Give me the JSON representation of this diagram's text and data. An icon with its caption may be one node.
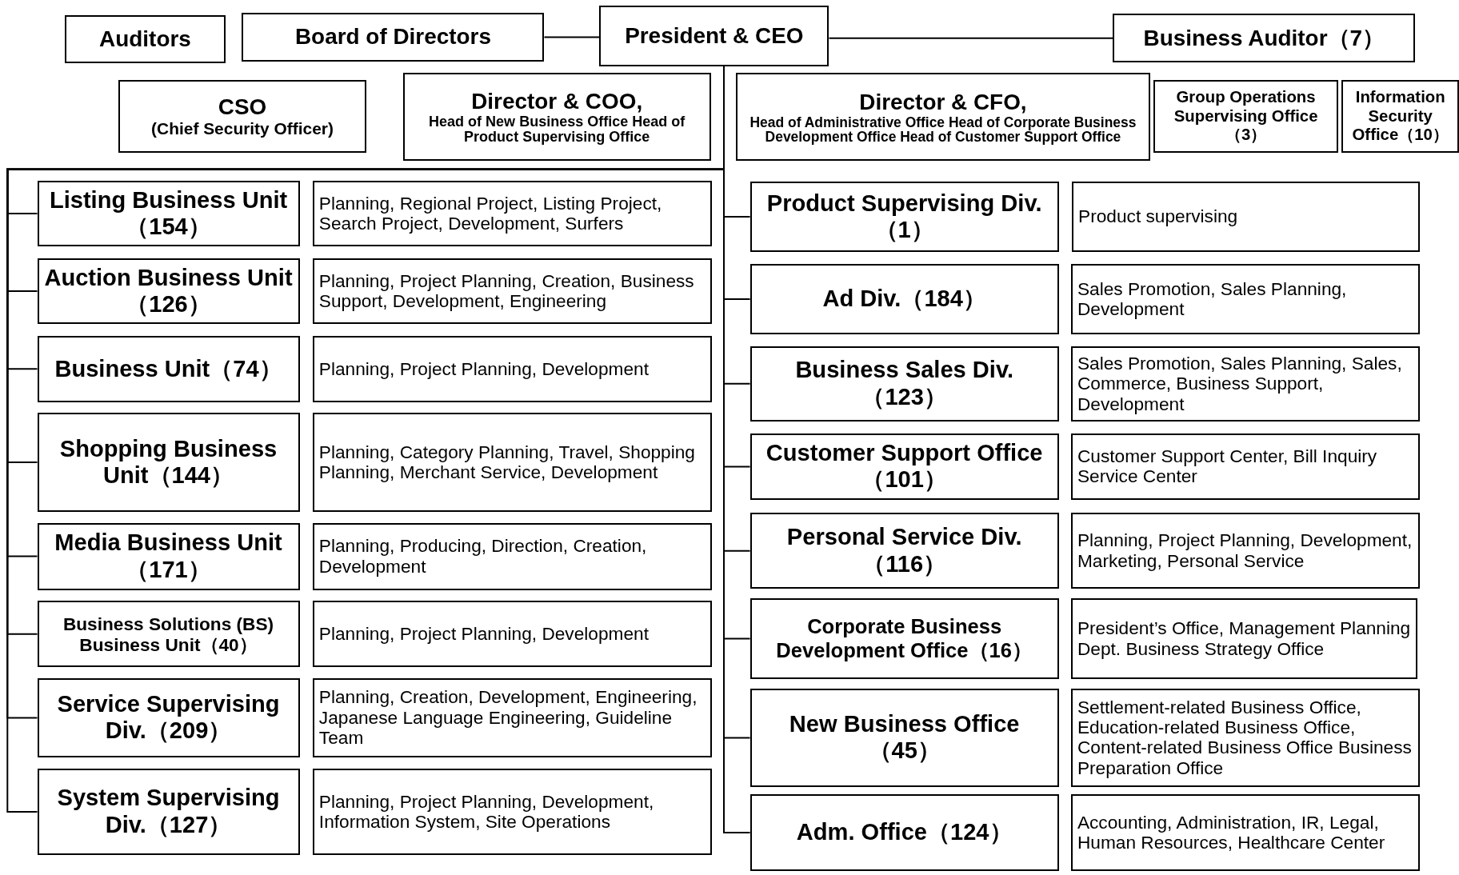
{
  "diagram": {
    "nodes": [
      {
        "text": [
          "Auditors"
        ]
      },
      {
        "text": [
          "Board of Directors"
        ]
      },
      {
        "text": [
          "President & CEO"
        ]
      },
      {
        "text": [
          "Business Auditor（7）"
        ]
      },
      {
        "text": [
          "CSO",
          "(Chief Security Officer)"
        ]
      },
      {
        "text": [
          "Director & COO,",
          "Head of New Business Office Head of Product Supervising Office"
        ]
      },
      {
        "text": [
          "Director & CFO,",
          "Head of Administrative Office Head of Corporate Business Development Office Head of Customer Support Office"
        ]
      },
      {
        "text": [
          "Group Operations Supervising Office（3）"
        ]
      },
      {
        "text": [
          "Information Security Office（10）"
        ]
      },
      {
        "text": [
          "Listing Business Unit（154）"
        ]
      },
      {
        "text": [
          "Planning, Regional Project, Listing Project, Search Project, Development, Surfers"
        ]
      },
      {
        "text": [
          "Auction Business Unit（126）"
        ]
      },
      {
        "text": [
          "Planning, Project Planning, Creation, Business Support, Development, Engineering"
        ]
      },
      {
        "text": [
          "Business Unit（74）"
        ]
      },
      {
        "text": [
          "Planning, Project Planning, Development"
        ]
      },
      {
        "text": [
          "Shopping Business Unit（144）"
        ]
      },
      {
        "text": [
          "Planning, Category Planning, Travel, Shopping Planning, Merchant Service, Development"
        ]
      },
      {
        "text": [
          "Media Business Unit（171）"
        ]
      },
      {
        "text": [
          "Planning, Producing, Direction, Creation, Development"
        ]
      },
      {
        "text": [
          "Business Solutions (BS) Business Unit（40）"
        ]
      },
      {
        "text": [
          "Planning, Project Planning, Development"
        ]
      },
      {
        "text": [
          "Service Supervising Div.（209）"
        ]
      },
      {
        "text": [
          "Planning, Creation, Development, Engineering, Japanese Language Engineering, Guideline Team"
        ]
      },
      {
        "text": [
          "System Supervising Div.（127）"
        ]
      },
      {
        "text": [
          "Planning, Project Planning, Development, Information System, Site Operations"
        ]
      },
      {
        "text": [
          "Product Supervising Div.（1）"
        ]
      },
      {
        "text": [
          "Product supervising"
        ]
      },
      {
        "text": [
          "Ad Div.（184）"
        ]
      },
      {
        "text": [
          "Sales Promotion, Sales Planning, Development"
        ]
      },
      {
        "text": [
          "Business Sales Div.（123）"
        ]
      },
      {
        "text": [
          "Sales Promotion, Sales Planning, Sales, Commerce, Business Support, Development"
        ]
      },
      {
        "text": [
          "Customer Support Office（101）"
        ]
      },
      {
        "text": [
          "Customer Support Center, Bill Inquiry Service Center"
        ]
      },
      {
        "text": [
          "Personal Service Div.（116）"
        ]
      },
      {
        "text": [
          "Planning, Project Planning, Development, Marketing, Personal Service"
        ]
      },
      {
        "text": [
          "Corporate Business Development Office（16）"
        ]
      },
      {
        "text": [
          "President’s Office, Management Planning Dept. Business Strategy Office"
        ]
      },
      {
        "text": [
          "New Business Office（45）"
        ]
      },
      {
        "text": [
          "Settlement-related Business Office, Education-related Business Office, Content-related Business Office Business Preparation Office"
        ]
      },
      {
        "text": [
          "Adm. Office（124）"
        ]
      },
      {
        "text": [
          "Accounting, Administration, IR, Legal, Human Resources, Healthcare Center"
        ]
      }
    ],
    "edges": [
      {
        "from": 1,
        "to": 2,
        "arrow": "none"
      },
      {
        "from": 2,
        "to": 3,
        "arrow": "none"
      },
      {
        "from": 2,
        "to": 9,
        "arrow": "none"
      },
      {
        "from": 2,
        "to": 11,
        "arrow": "none"
      },
      {
        "from": 2,
        "to": 13,
        "arrow": "none"
      },
      {
        "from": 2,
        "to": 15,
        "arrow": "none"
      },
      {
        "from": 2,
        "to": 17,
        "arrow": "none"
      },
      {
        "from": 2,
        "to": 19,
        "arrow": "none"
      },
      {
        "from": 2,
        "to": 21,
        "arrow": "none"
      },
      {
        "from": 2,
        "to": 23,
        "arrow": "none"
      },
      {
        "from": 2,
        "to": 25,
        "arrow": "none"
      },
      {
        "from": 2,
        "to": 27,
        "arrow": "none"
      },
      {
        "from": 2,
        "to": 29,
        "arrow": "none"
      },
      {
        "from": 2,
        "to": 31,
        "arrow": "none"
      },
      {
        "from": 2,
        "to": 33,
        "arrow": "none"
      },
      {
        "from": 2,
        "to": 35,
        "arrow": "none"
      },
      {
        "from": 2,
        "to": 37,
        "arrow": "none"
      },
      {
        "from": 2,
        "to": 39,
        "arrow": "none"
      }
    ]
  }
}
